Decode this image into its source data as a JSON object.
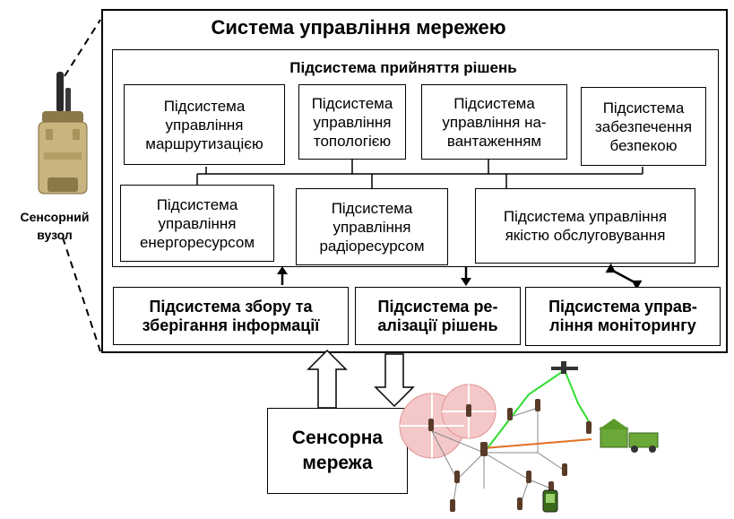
{
  "system": {
    "title": "Система управління мережею",
    "decision": {
      "title": "Підсистема прийняття рішень",
      "row1": [
        "Підсистема управління маршрутизацією",
        "Підсистема управління топологією",
        "Підсистема управління на-вантаженням",
        "Підсистема забезпечення безпекою"
      ],
      "row2": [
        "Підсистема управління енергоресурсом",
        "Підсистема управління радіоресурсом",
        "Підсистема управління якістю обслуговування"
      ]
    },
    "bottom": [
      "Підсистема збору та зберігання інформації",
      "Підсистема ре-алізації рішень",
      "Підсистема управ-ління моніторингу"
    ]
  },
  "node_label": "Сенсорний вузол",
  "network_label": "Сенсорна мережа",
  "colors": {
    "line": "#000000",
    "green_link": "#22cc22",
    "orange_link": "#e07020"
  }
}
